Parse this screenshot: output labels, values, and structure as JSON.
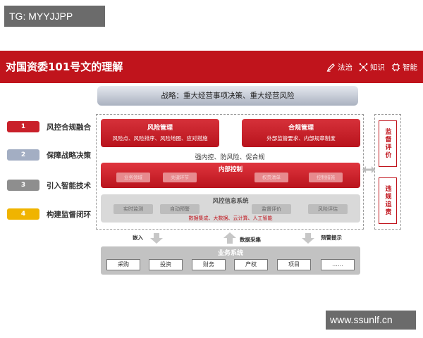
{
  "watermarks": {
    "top": "TG: MYYJJPP",
    "bottom": "www.ssunlf.cn"
  },
  "header": {
    "title": "对国资委101号文的理解",
    "tags": [
      {
        "icon": "pen-icon",
        "label": "法治"
      },
      {
        "icon": "network-icon",
        "label": "知识"
      },
      {
        "icon": "chip-icon",
        "label": "智能"
      }
    ]
  },
  "strategy": "战略：重大经营事项决策、重大经营风险",
  "left_items": [
    {
      "num": "1",
      "label": "风控合规融合",
      "color": "#c9202a"
    },
    {
      "num": "2",
      "label": "保障战略决策",
      "color": "#a3aec3"
    },
    {
      "num": "3",
      "label": "引入智能技术",
      "color": "#8e8e8e"
    },
    {
      "num": "4",
      "label": "构建监督闭环",
      "color": "#f0b400"
    }
  ],
  "risk_mgmt": {
    "title": "风险管理",
    "sub": "风险点、风险排序、风险地图、应对措施"
  },
  "compliance_mgmt": {
    "title": "合规管理",
    "sub": "外部监管要求、内部规章制度"
  },
  "strengthen": "强内控、防风险、促合规",
  "internal_control": {
    "title": "内部控制",
    "pills": [
      "业务领域",
      "关键环节",
      "权责清单",
      "控制措施"
    ]
  },
  "info_system": {
    "title": "风控信息系统",
    "pills": [
      "实时监测",
      "自动预警",
      "监督评价",
      "风险评估"
    ],
    "sub": "数据集成、大数据、云计算、人工智能"
  },
  "arrows": {
    "embed": "嵌入",
    "collect": "数据采集",
    "warn": "预警提示"
  },
  "business": {
    "title": "业务系统",
    "modules": [
      "采购",
      "投资",
      "财务",
      "产权",
      "项目",
      "……"
    ]
  },
  "side": {
    "top": "监督评价",
    "bottom": "违规追责"
  },
  "colors": {
    "brand_red": "#c0141c"
  }
}
